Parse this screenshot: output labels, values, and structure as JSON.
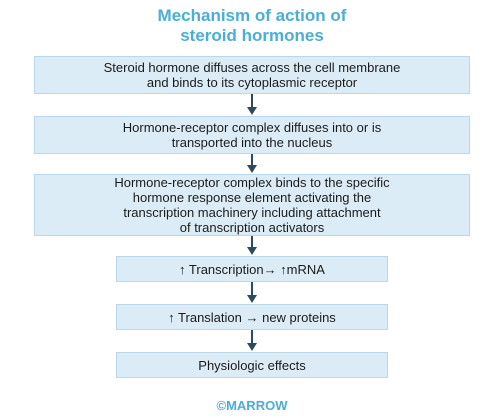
{
  "title": {
    "line1": "Mechanism of action of",
    "line2": "steroid hormones"
  },
  "steps": [
    {
      "lines": [
        "Steroid hormone diffuses across the cell membrane",
        "and binds to its cytoplasmic receptor"
      ]
    },
    {
      "lines": [
        "Hormone-receptor complex diffuses into or is",
        "transported into the nucleus"
      ]
    },
    {
      "lines": [
        "Hormone-receptor complex binds to the specific",
        "hormone response element activating the",
        "transcription machinery including attachment",
        "of transcription activators"
      ]
    },
    {
      "lines": [
        "↑ Transcription→ ↑mRNA"
      ]
    },
    {
      "lines": [
        "↑ Translation → new proteins"
      ]
    },
    {
      "lines": [
        "Physiologic effects"
      ]
    }
  ],
  "watermark": "MARROW",
  "footer": "©MARROW",
  "colors": {
    "title": "#4aaed6",
    "box": "#dcecf6",
    "arrow": "#2f4a5e"
  }
}
